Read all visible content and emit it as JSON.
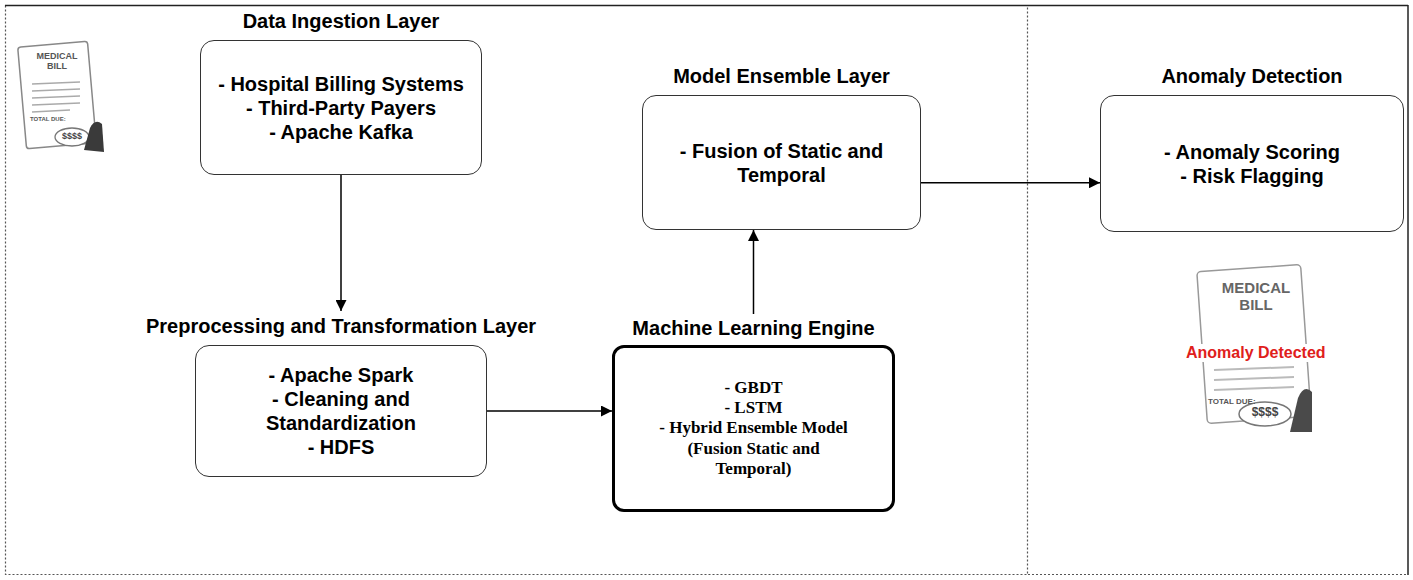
{
  "diagram": {
    "nodes": [
      {
        "text": [
          "Data Ingestion Layer",
          "- Hospital Billing Systems",
          "- Third-Party Payers",
          "- Apache Kafka"
        ]
      },
      {
        "text": [
          "Preprocessing and Transformation Layer",
          "- Apache Spark",
          "- Cleaning and Standardization",
          "- HDFS"
        ]
      },
      {
        "text": [
          "Machine Learning Engine",
          "- GBDT",
          "- LSTM",
          "- Hybrid Ensemble Model (Fusion Static and Temporal)"
        ]
      },
      {
        "text": [
          "Model Ensemble Layer",
          "- Fusion of Static and Temporal"
        ]
      },
      {
        "text": [
          "Anomaly Detection",
          "- Anomaly Scoring",
          "- Risk Flagging"
        ]
      }
    ],
    "edges": [
      {
        "from": 0,
        "to": 1,
        "arrow": "to"
      },
      {
        "from": 1,
        "to": 2,
        "arrow": "to"
      },
      {
        "from": 2,
        "to": 3,
        "arrow": "to"
      },
      {
        "from": 3,
        "to": 4,
        "arrow": "to"
      }
    ],
    "labels": [
      "MEDICAL BILL",
      "TOTAL DUE:",
      "$$$$",
      "MEDICAL BILL",
      "Anomaly Detected",
      "TOTAL DUE:",
      "$$$$"
    ]
  }
}
